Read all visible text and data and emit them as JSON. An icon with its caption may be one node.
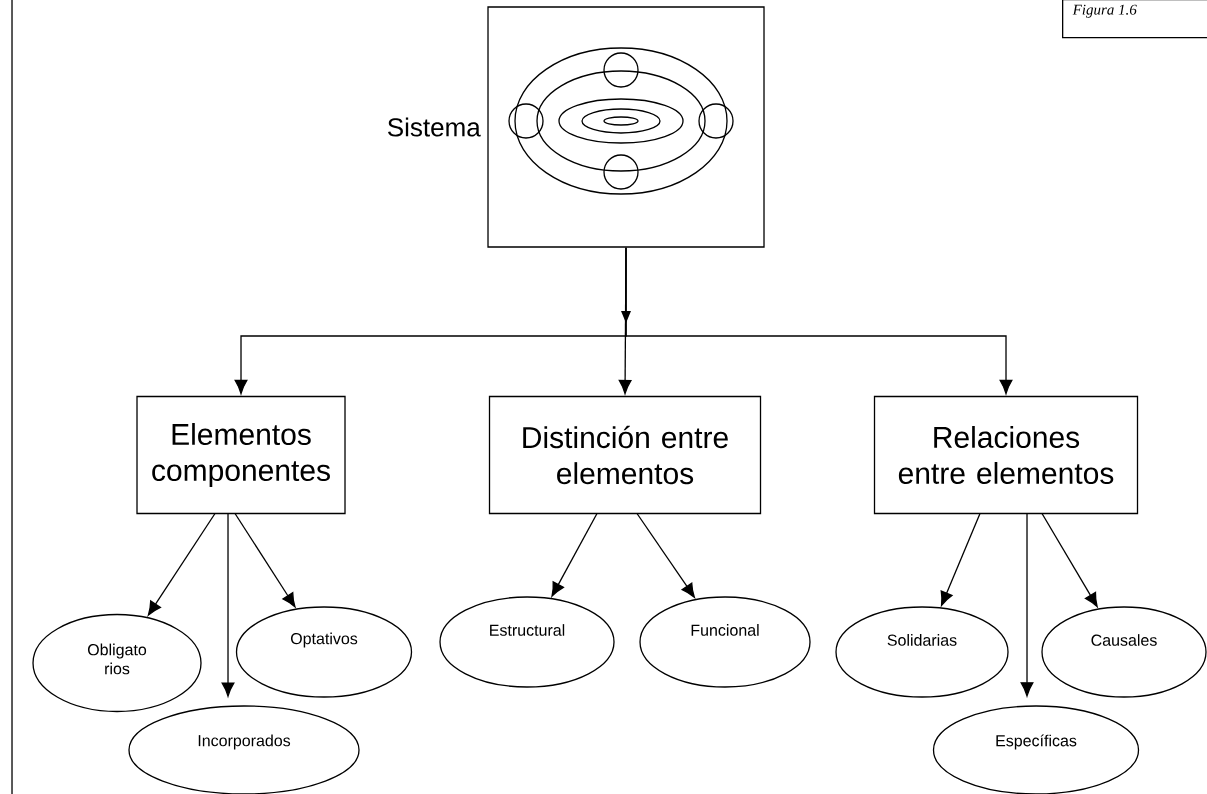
{
  "diagram": {
    "nodes": [
      {
        "text": [
          "Sistema"
        ]
      },
      {
        "text": [
          "Elementos componentes"
        ]
      },
      {
        "text": [
          "Distinción entre elementos"
        ]
      },
      {
        "text": [
          "Relaciones entre elementos"
        ]
      },
      {
        "text": [
          "Obligato rios"
        ]
      },
      {
        "text": [
          "Optativos"
        ]
      },
      {
        "text": [
          "Incorporados"
        ]
      },
      {
        "text": [
          "Estructural"
        ]
      },
      {
        "text": [
          "Funcional"
        ]
      },
      {
        "text": [
          "Solidarias"
        ]
      },
      {
        "text": [
          "Específicas"
        ]
      },
      {
        "text": [
          "Causales"
        ]
      },
      {
        "text": [
          "Figura 1.6"
        ]
      }
    ],
    "edges": [
      {
        "from": 0,
        "to": 1,
        "arrow": "to"
      },
      {
        "from": 0,
        "to": 2,
        "arrow": "to"
      },
      {
        "from": 0,
        "to": 3,
        "arrow": "to"
      },
      {
        "from": 1,
        "to": 4,
        "arrow": "to"
      },
      {
        "from": 1,
        "to": 6,
        "arrow": "to"
      },
      {
        "from": 1,
        "to": 5,
        "arrow": "to"
      },
      {
        "from": 2,
        "to": 7,
        "arrow": "to"
      },
      {
        "from": 2,
        "to": 8,
        "arrow": "to"
      },
      {
        "from": 3,
        "to": 9,
        "arrow": "to"
      },
      {
        "from": 3,
        "to": 10,
        "arrow": "to"
      },
      {
        "from": 3,
        "to": 11,
        "arrow": "to"
      }
    ]
  }
}
